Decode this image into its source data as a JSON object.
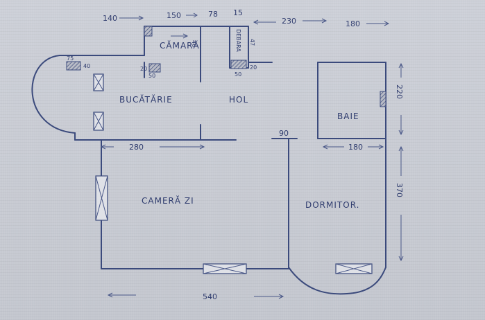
{
  "rooms": {
    "camara": "CĂMARĂ",
    "bucatarie": "BUCĂTĂRIE",
    "hol": "HOL",
    "baie": "BAIE",
    "camera_zi": "CAMERĂ ZI",
    "dormitor": "DORMITOR.",
    "debara": "DEBARA"
  },
  "dimensions": {
    "top_140": "140",
    "top_150": "150",
    "top_78": "78",
    "top_15": "15",
    "top_230": "230",
    "top_180": "180",
    "right_220": "220",
    "right_370": "370",
    "bottom_540": "540",
    "bucatarie_280": "280",
    "baie_180": "180",
    "door_90": "90",
    "small_75": "75",
    "small_40": "40",
    "small_50a": "50",
    "small_50b": "50",
    "small_20a": "20",
    "small_20b": "20",
    "small_46": "46",
    "small_47": "47"
  }
}
